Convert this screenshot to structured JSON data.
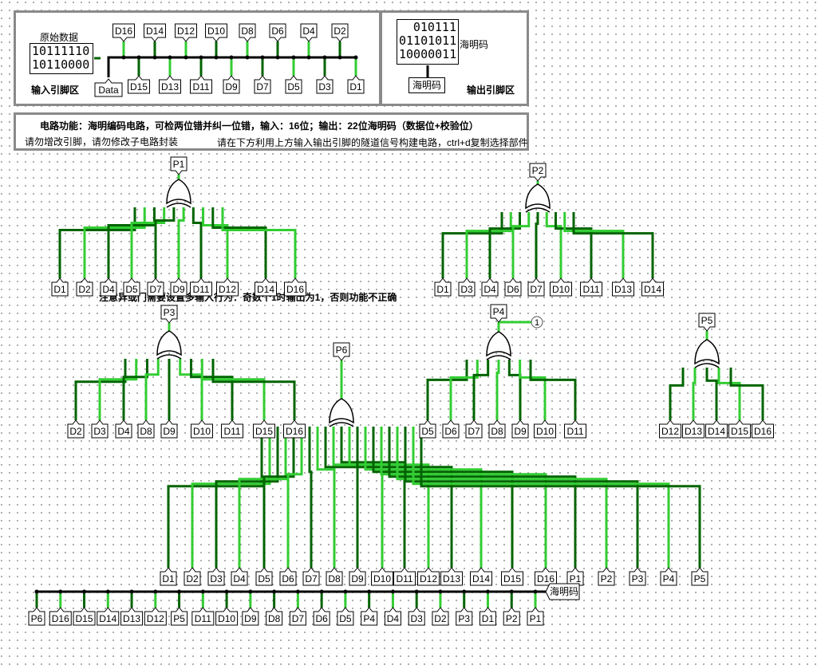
{
  "colors": {
    "dark_wire": "#006400",
    "light_wire": "#32cd32",
    "frame": "#8a8a8a"
  },
  "input_area": {
    "raw_data_label": "原始数据",
    "raw_values": [
      "10111110",
      "10110000"
    ],
    "area_label": "输入引脚区",
    "data_tunnel": "Data",
    "top_tunnels": [
      "D16",
      "D14",
      "D12",
      "D10",
      "D8",
      "D6",
      "D4",
      "D2"
    ],
    "bottom_tunnels": [
      "D15",
      "D13",
      "D11",
      "D9",
      "D7",
      "D5",
      "D3",
      "D1"
    ]
  },
  "output_area": {
    "hamming_values": [
      "010111",
      "01101011",
      "10000011"
    ],
    "hamming_side_label": "海明码",
    "hamming_tunnel": "海明码",
    "area_label": "输出引脚区"
  },
  "info": {
    "function_text": "电路功能：海明编码电路，可检两位错并纠一位错，输入：16位；输出：22位海明码（数据位+校验位）",
    "warning_text": "请勿增改引脚，请勿修改子电路封装",
    "instruction_text": "请在下方利用上方输入输出引脚的隧道信号构建电路，ctrl+d复制选择部件"
  },
  "note_text": "注意异或门需要设置多输入行为：奇数个1时输出为1，否则功能不正确",
  "probe_label": "1",
  "gates": [
    {
      "output": "P1",
      "inputs": [
        "D1",
        "D2",
        "D4",
        "D5",
        "D7",
        "D9",
        "D11",
        "D12",
        "D14",
        "D16"
      ]
    },
    {
      "output": "P2",
      "inputs": [
        "D1",
        "D3",
        "D4",
        "D6",
        "D7",
        "D10",
        "D11",
        "D13",
        "D14"
      ]
    },
    {
      "output": "P3",
      "inputs": [
        "D2",
        "D3",
        "D4",
        "D8",
        "D9",
        "D10",
        "D11",
        "D15",
        "D16"
      ]
    },
    {
      "output": "P4",
      "inputs": [
        "D5",
        "D6",
        "D7",
        "D8",
        "D9",
        "D10",
        "D11"
      ]
    },
    {
      "output": "P5",
      "inputs": [
        "D12",
        "D13",
        "D14",
        "D15",
        "D16"
      ]
    },
    {
      "output": "P6",
      "inputs": [
        "D1",
        "D2",
        "D3",
        "D4",
        "D5",
        "D6",
        "D7",
        "D8",
        "D9",
        "D10",
        "D11",
        "D12",
        "D13",
        "D14",
        "D15",
        "D16",
        "P1",
        "P2",
        "P3",
        "P4",
        "P5"
      ]
    }
  ],
  "bottom_splitter": {
    "output_tunnel": "海明码",
    "tunnels": [
      "P6",
      "D16",
      "D15",
      "D14",
      "D13",
      "D12",
      "P5",
      "D11",
      "D10",
      "D9",
      "D8",
      "D7",
      "D6",
      "D5",
      "P4",
      "D4",
      "D3",
      "D2",
      "P3",
      "D1",
      "P2",
      "P1"
    ]
  }
}
